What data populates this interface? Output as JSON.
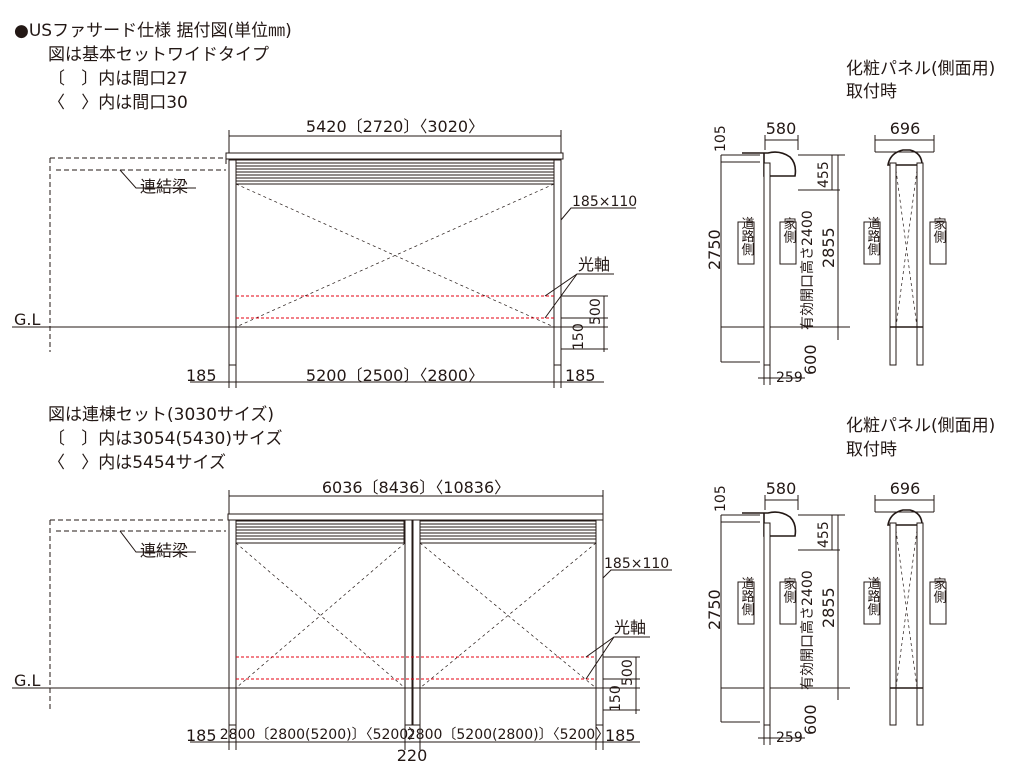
{
  "header": {
    "title": "●USファサード仕様 据付図(単位㎜)",
    "line1": "図は基本セットワイドタイプ",
    "line2": "〔   〕内は間口27",
    "line3": "〈   〉内は間口30"
  },
  "section2": {
    "line1": "図は連棟セット(3030サイズ)",
    "line2": "〔   〕内は3054(5430)サイズ",
    "line3": "〈   〉内は5454サイズ"
  },
  "side_panel": {
    "title1": "化粧パネル(側面用)",
    "title2": "取付時"
  },
  "labels": {
    "gl": "G.L",
    "beam": "連結梁",
    "light_axis": "光軸",
    "post_size": "185×110",
    "road_side": "道路側",
    "house_side": "家側",
    "effective_height": "有効開口高さ2400"
  },
  "top_diagram": {
    "overall_width": "5420〔2720〕〈3020〉",
    "inner_width": "5200〔2500〕〈2800〉",
    "post_left": "185",
    "post_right": "185",
    "dim_500": "500",
    "dim_150": "150"
  },
  "bottom_diagram": {
    "overall_width": "6036〔8436〕〈10836〉",
    "bay1_width": "2800〔2800(5200)〕〈5200〉",
    "bay2_width": "2800〔5200(2800)〕〈5200〉",
    "post_left": "185",
    "post_right": "185",
    "center_post": "220",
    "dim_500": "500",
    "dim_150": "150"
  },
  "side_view": {
    "depth_580": "580",
    "depth_696": "696",
    "dim_105": "105",
    "dim_2750": "2750",
    "dim_455": "455",
    "dim_2855": "2855",
    "dim_600": "600",
    "dim_259": "259"
  }
}
